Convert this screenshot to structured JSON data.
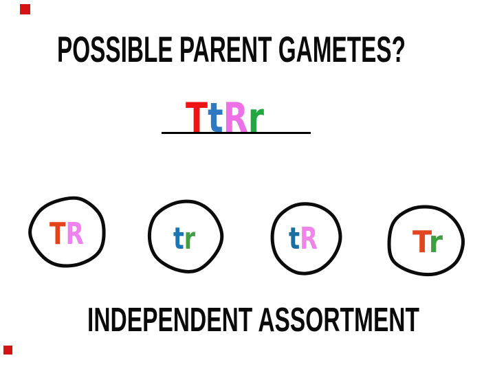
{
  "slide": {
    "title": "POSSIBLE PARENT GAMETES?",
    "caption": "INDEPENDENT ASSORTMENT",
    "genotype_blank": {
      "text": "TtRr",
      "letters": [
        {
          "char": "T",
          "color": "#ee1414"
        },
        {
          "char": "t",
          "color": "#2d79c2"
        },
        {
          "char": "R",
          "color": "#ee70e6"
        },
        {
          "char": "r",
          "color": "#22a843"
        }
      ]
    },
    "gametes": [
      {
        "name": "TR",
        "letters": [
          {
            "char": "T",
            "color": "#e54218"
          },
          {
            "char": "R",
            "color": "#ee82ee"
          }
        ]
      },
      {
        "name": "tr",
        "letters": [
          {
            "char": "t",
            "color": "#1d74b5"
          },
          {
            "char": "r",
            "color": "#429e42"
          }
        ]
      },
      {
        "name": "tR",
        "letters": [
          {
            "char": "t",
            "color": "#1b6f9e"
          },
          {
            "char": "R",
            "color": "#ee85e8"
          }
        ]
      },
      {
        "name": "Tr",
        "letters": [
          {
            "char": "T",
            "color": "#e1461e"
          },
          {
            "char": "r",
            "color": "#3f9e3f"
          }
        ]
      }
    ],
    "decorations": {
      "corner_marker_color": "#d41414",
      "ink_color": "#0b0b0b"
    }
  }
}
